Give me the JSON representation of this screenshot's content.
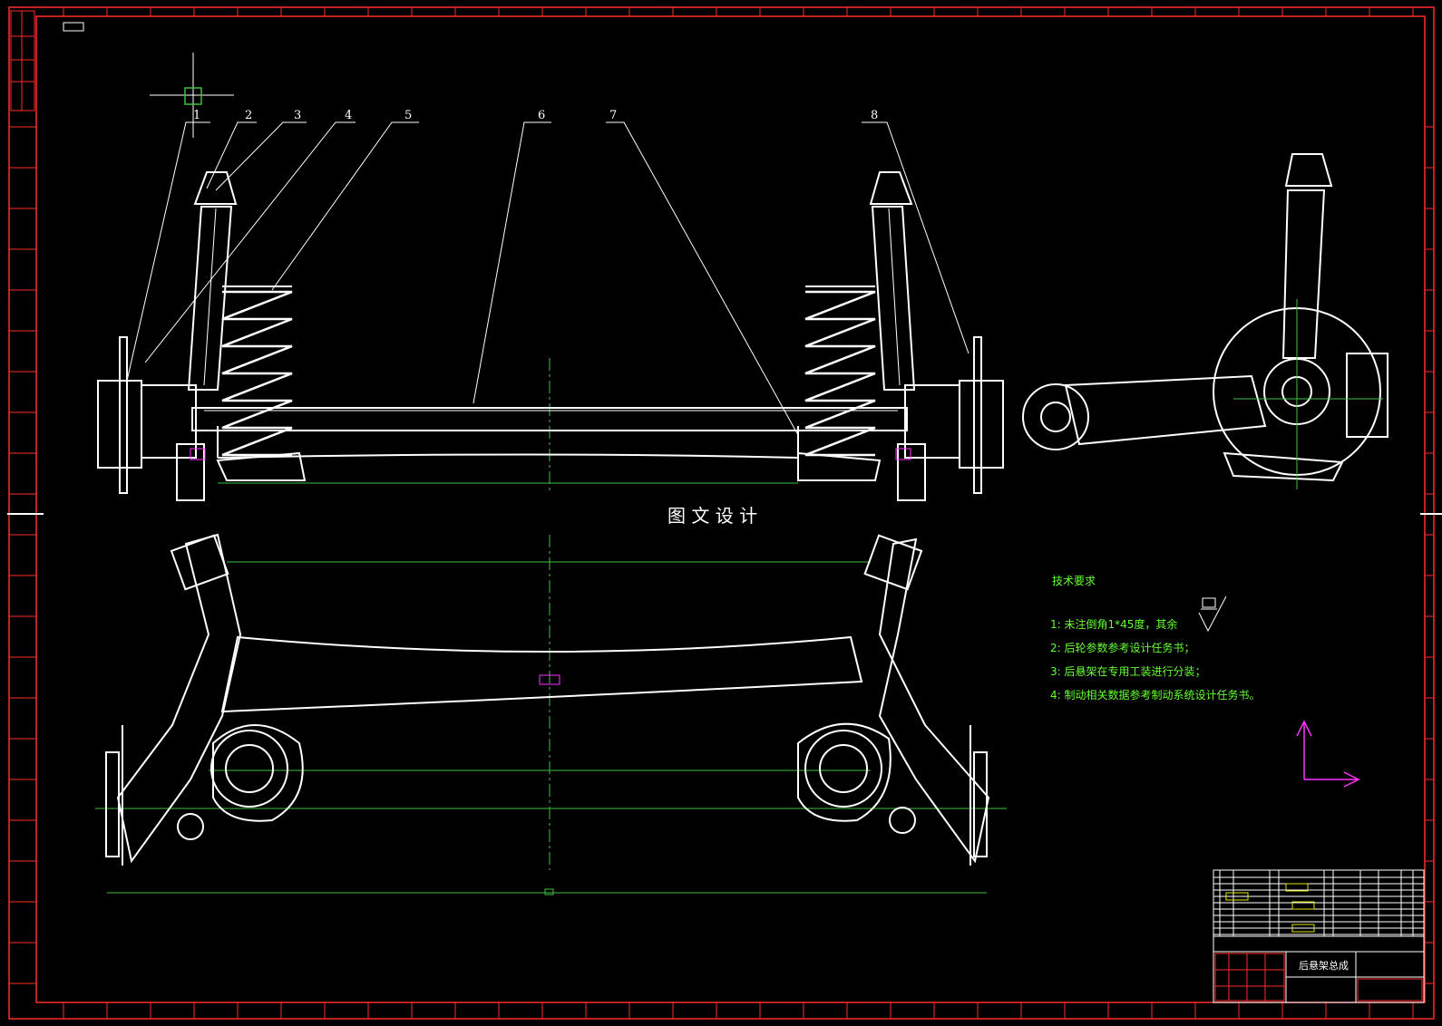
{
  "colors": {
    "background": "#000000",
    "frame": "#ff2a2a",
    "outline": "#ffffff",
    "centerline": "#3fbf3f",
    "accent_magenta": "#ff33ff",
    "notes": "#66ff33",
    "title_yellow": "#e6e600"
  },
  "part_numbers": [
    "1",
    "2",
    "3",
    "4",
    "5",
    "6",
    "7",
    "8"
  ],
  "watermark": "图 文 设 计",
  "tech_requirements": {
    "title": "技术要求",
    "items": [
      "1: 未注倒角1*45度，其余",
      "2: 后轮参数参考设计任务书；",
      "3: 后悬架在专用工装进行分装；",
      "4: 制动相关数据参考制动系统设计任务书。"
    ]
  },
  "title_block": {
    "drawing_name": "后悬架总成"
  },
  "icons": {
    "ucs": "ucs-axis-icon",
    "roughness": "surface-roughness-icon",
    "crosshair": "cursor-crosshair-icon"
  }
}
